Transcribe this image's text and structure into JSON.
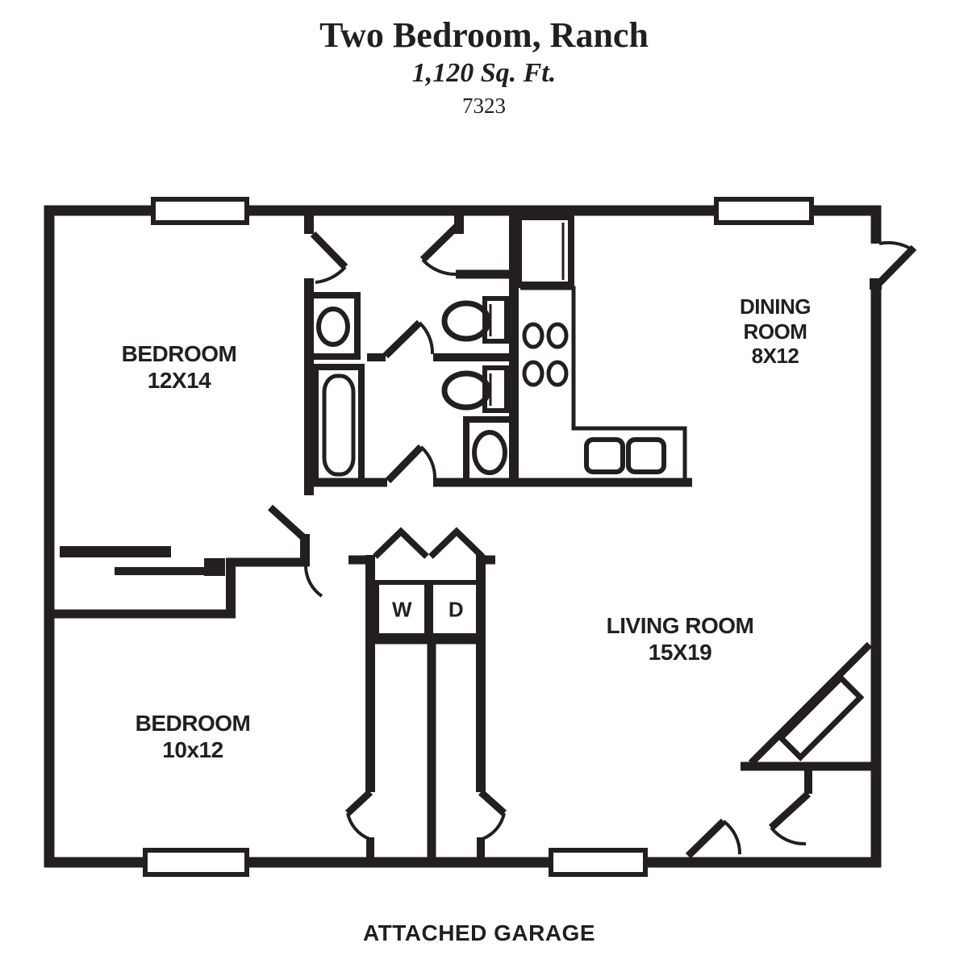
{
  "header": {
    "title": "Two Bedroom, Ranch",
    "area": "1,120 Sq. Ft.",
    "plan_number": "7323"
  },
  "rooms": {
    "bedroom1": {
      "line1": "BEDROOM",
      "line2": "12X14"
    },
    "bedroom2": {
      "line1": "BEDROOM",
      "line2": "10x12"
    },
    "dining": {
      "line1": "DINING",
      "line2": "ROOM",
      "line3": "8X12"
    },
    "living": {
      "line1": "LIVING ROOM",
      "line2": "15X19"
    }
  },
  "laundry": {
    "washer": "W",
    "dryer": "D"
  },
  "garage": {
    "label": "ATTACHED GARAGE"
  },
  "colors": {
    "line": "#231f20",
    "background": "#ffffff"
  }
}
